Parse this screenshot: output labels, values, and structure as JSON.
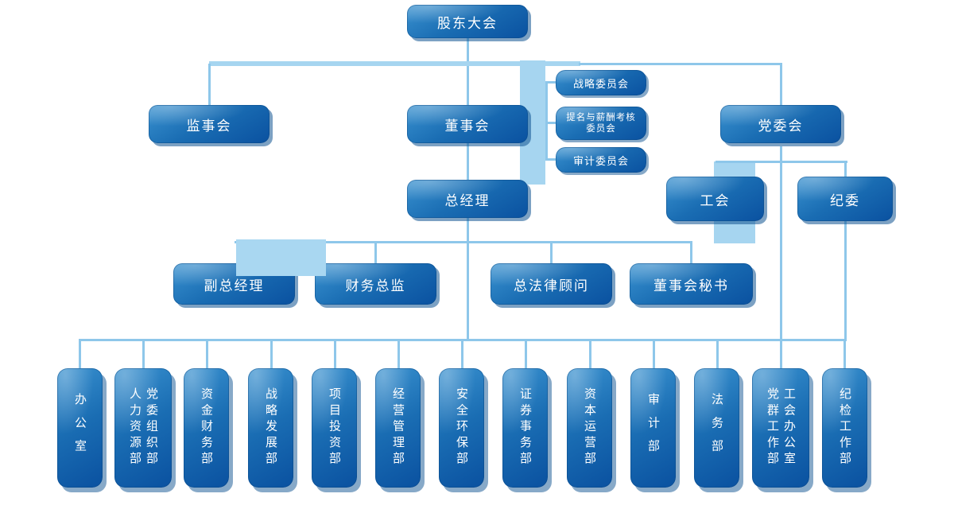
{
  "colors": {
    "node_blue": "#1a6db3",
    "node_blue_dark": "#0a51a0",
    "connector_light_blue": "#8ec7ea",
    "band_light_blue": "#a6d5f0",
    "text_white": "#ffffff"
  },
  "org": {
    "root": {
      "label": "股东大会"
    },
    "level2": [
      {
        "label": "监事会"
      },
      {
        "label": "董事会"
      },
      {
        "label": "党委会"
      }
    ],
    "board_committees": [
      {
        "label": "战略委员会"
      },
      {
        "label": "提名与薪酬考核\n委员会"
      },
      {
        "label": "审计委员会"
      }
    ],
    "level3": [
      {
        "label": "总经理"
      },
      {
        "label": "工会"
      },
      {
        "label": "纪委"
      }
    ],
    "executives": [
      {
        "label": "副总经理"
      },
      {
        "label": "财务总监"
      },
      {
        "label": "总法律顾问"
      },
      {
        "label": "董事会秘书"
      }
    ],
    "departments": [
      {
        "label": "办公室"
      },
      {
        "label": "党委组织部\n人力资源部"
      },
      {
        "label": "资金财务部"
      },
      {
        "label": "战略发展部"
      },
      {
        "label": "项目投资部"
      },
      {
        "label": "经营管理部"
      },
      {
        "label": "安全环保部"
      },
      {
        "label": "证券事务部"
      },
      {
        "label": "资本运营部"
      },
      {
        "label": "审计部"
      },
      {
        "label": "法务部"
      },
      {
        "label": "工会办公室\n党群工作部"
      },
      {
        "label": "纪检工作部"
      }
    ]
  }
}
